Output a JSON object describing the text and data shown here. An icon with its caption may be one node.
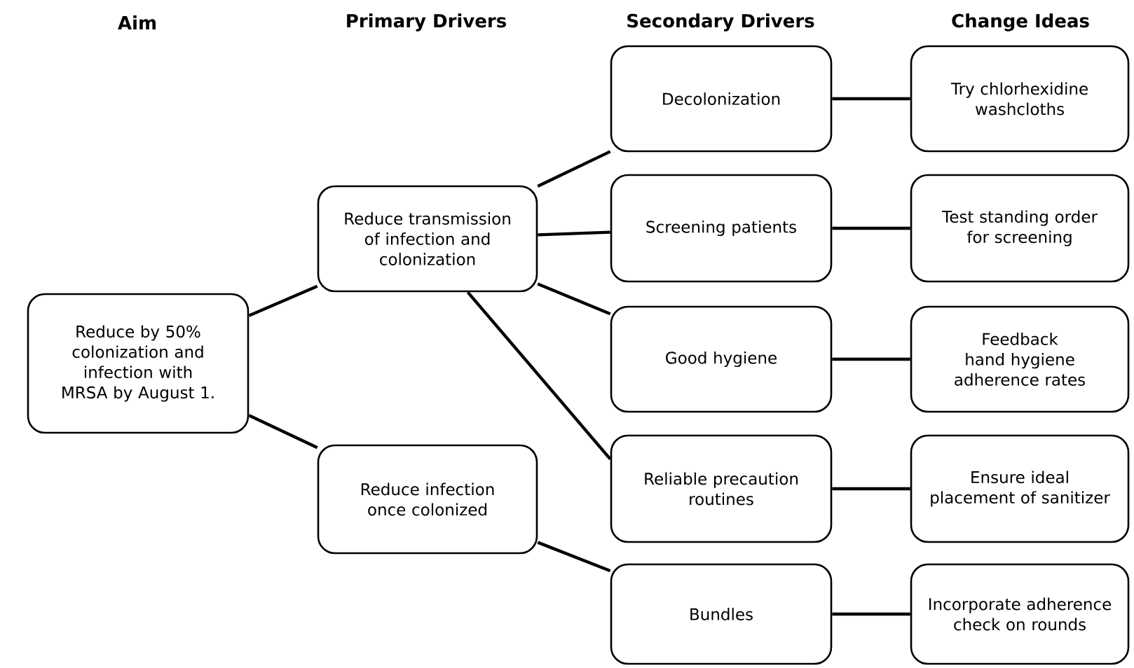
{
  "diagram": {
    "nodes": [
      {
        "text": [
          "Reduce by 50% colonization and infection with MRSA by August 1."
        ]
      },
      {
        "text": [
          "Reduce transmission of infection and colonization"
        ]
      },
      {
        "text": [
          "Reduce infection once colonized"
        ]
      },
      {
        "text": [
          "Decolonization"
        ]
      },
      {
        "text": [
          "Screening patients"
        ]
      },
      {
        "text": [
          "Good hygiene"
        ]
      },
      {
        "text": [
          "Reliable precaution routines"
        ]
      },
      {
        "text": [
          "Bundles"
        ]
      },
      {
        "text": [
          "Try chlorhexidine washcloths"
        ]
      },
      {
        "text": [
          "Test standing order for screening"
        ]
      },
      {
        "text": [
          "Feedback hand hygiene adherence rates"
        ]
      },
      {
        "text": [
          "Ensure ideal placement of sanitizer"
        ]
      },
      {
        "text": [
          "Incorporate adherence check on rounds"
        ]
      }
    ],
    "edges": [
      {
        "from": 0,
        "to": 1,
        "arrow": "none"
      },
      {
        "from": 0,
        "to": 2,
        "arrow": "none"
      },
      {
        "from": 1,
        "to": 3,
        "arrow": "none"
      },
      {
        "from": 1,
        "to": 4,
        "arrow": "none"
      },
      {
        "from": 1,
        "to": 5,
        "arrow": "none"
      },
      {
        "from": 1,
        "to": 6,
        "arrow": "none"
      },
      {
        "from": 2,
        "to": 7,
        "arrow": "none"
      },
      {
        "from": 3,
        "to": 8,
        "arrow": "none"
      },
      {
        "from": 4,
        "to": 9,
        "arrow": "none"
      },
      {
        "from": 5,
        "to": 10,
        "arrow": "none"
      },
      {
        "from": 6,
        "to": 11,
        "arrow": "none"
      },
      {
        "from": 7,
        "to": 12,
        "arrow": "none"
      }
    ],
    "labels": [
      "Aim",
      "Primary Drivers",
      "Secondary Drivers",
      "Change Ideas"
    ]
  }
}
